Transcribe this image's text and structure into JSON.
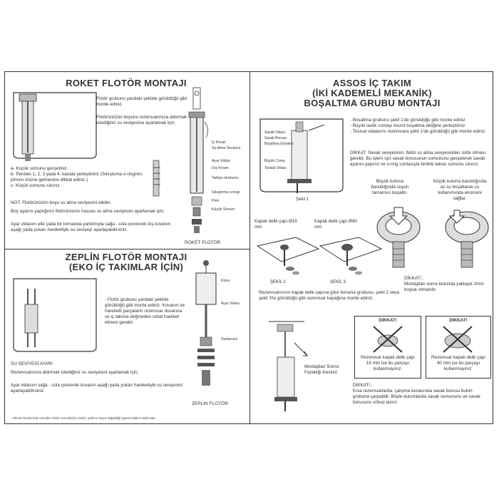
{
  "roket": {
    "title": "ROKET FLOTÖR MONTAJI",
    "para1": "Flotör grubunu yandaki şekilde görüldüğü gibi monte ediniz.",
    "para2": "Flotörünüzün boyunu rezervuarınıza aldırmak istediğiniz su seviyesine ayarlamak için;",
    "steps": [
      "a- Küçük somunu gevşetiniz.",
      "b- Perdeki 1, 2, 3 yada 4. kanala yerleştiriniz (Sıkıştırma o-ringinin, pimsin önüne gelmesine dikkat ediniz.)",
      "c- Küçük somunu sıkınız."
    ],
    "note": "NOT: Flotörünüzün boyu su alma seviyesini etkiler.",
    "para3": "Boy ayarını yaptığınız flotörünüzün hassas su alma seviyesini ayarlamak için;",
    "para4": "Ayar vidasını elle yada bir tornavida yardımıyla sağa - sola çevirerek dış kovanın aşağı yada yukarı hareketiyle su seviyeyi ayarlayabilirsiniz.",
    "labels": [
      "İç Kovan",
      "Su Alma Seviyesi",
      "Ayar Vidası",
      "Dış Kovan",
      "Tahliye Hortumu",
      "Sıkıştırma o-ringi",
      "Pimi",
      "Küçük Somun"
    ],
    "caption": "ROKET FLOTÖR"
  },
  "zeplin": {
    "title_line1": "ZEPLİN FLOTÖR MONTAJI",
    "title_line2": "(EKO İÇ TAKIMLAR İÇİN)",
    "para1": "- Flotör grubunu yandaki şekilde görüldüğü gibi monte ediniz. Kovanın ve hareketli parçaların rezervuar duvarına ve iç takıma değmeden rahat hareket etmesi gerekir.",
    "level_heading": "SU SEVİYESİ AYARI:",
    "para2": "Rezervuarınıza aldırmak istediğiniz su seviyesini ayarlamak için;",
    "para3": "Ayar vidasını sağa - sola çevirerek kovanın aşağı yada yukarı hareketiyle su seviyesini ayarlayabilirsiniz.",
    "labels": [
      "Kova",
      "Ayar Vidası",
      "Susturucu"
    ],
    "caption": "ZEPLİN FLOTÖR"
  },
  "assos": {
    "title_line1": "ASSOS İÇ TAKIM",
    "title_line2": "(İKİ KADEMELİ MEKANİK)",
    "title_line3": "BOŞALTMA GRUBU MONTAJI",
    "bullets": [
      "- Boşaltma grubunu şekil 1'de görüldüğü gibi monte ediniz.",
      "- Büyük lastik contayı kiszot boşaltma deliğine yerleştiriniz.",
      "- Tesisat vidalarını rezervuara şekil 1'de görüldüğü gibi monte ediniz."
    ],
    "warning": "DİKKAT: Savak seviyesinin, flotör su alma seviyesinden üstte olması gerekir. Bu işlem için savak borusunun somununu gevşeterek savak ayarını yapınız ve o-ring contasıyla birlikte tekrar somunu sıkınız.",
    "sekil1": "Şekil 1",
    "sekil2": "ŞEKİL 2",
    "sekil3": "ŞEKİL 3",
    "big_button": "Büyük butona basıldığında suyun tamamını boşaltır.",
    "small_button": "Küçük butona basıldığında az su boşaltarak su kullanımında ekonomi sağlar.",
    "hole16": "Kapak delik çapı Ø16 mm",
    "hole40": "Kapak delik çapı Ø40 mm",
    "fig_labels": [
      "Savak Vidası",
      "Savak Borusu",
      "Boşaltma Gövdesi",
      "Büyük Conta",
      "Tesisat Vidası"
    ],
    "mount_text": "Rezervuarınızın kapak delik çapına göre boruma grubunu, şekil 2 veya şekil 3'te görüldüğü gibi rezervuar kapağına monte ediniz.",
    "dikkat1_title": "DİKKAT!..",
    "dikkat1_text": "Montajdan sonra butonda yaklaşık 2mm boşluk olmalıdır.",
    "cut_label": "Montajdan Sonra Fazlalığı Kesiniz.",
    "x1_title": "DİKKAT!",
    "x1_text": "Rezervuar kapak delik çapı 16 mm ise bu parçayı kullanmayınız.",
    "x2_title": "DİKKAT!",
    "x2_text": "Rezervuar kapak delik çapı 40 mm ise bu parçayı kullanmayınız.",
    "dikkat2_title": "DİKKAT!..",
    "dikkat2_text": "Kısa rezervuarlarda, çalışma esnasında savak borusu buton grubuna çarpabilir. Böyle durumlarda savak somununu ve savak borusunu sökup alınız."
  },
  "footer": "VİDAM Ürünlerinde önceden haber vermeksizin model, şekil ve boyut değişikliği yapma hakkını saklı tutar."
}
